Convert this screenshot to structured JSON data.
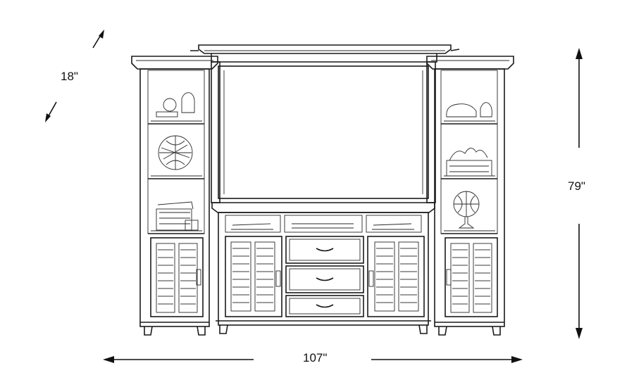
{
  "dimensions": {
    "depth": "18\"",
    "height": "79\"",
    "width": "107\""
  }
}
